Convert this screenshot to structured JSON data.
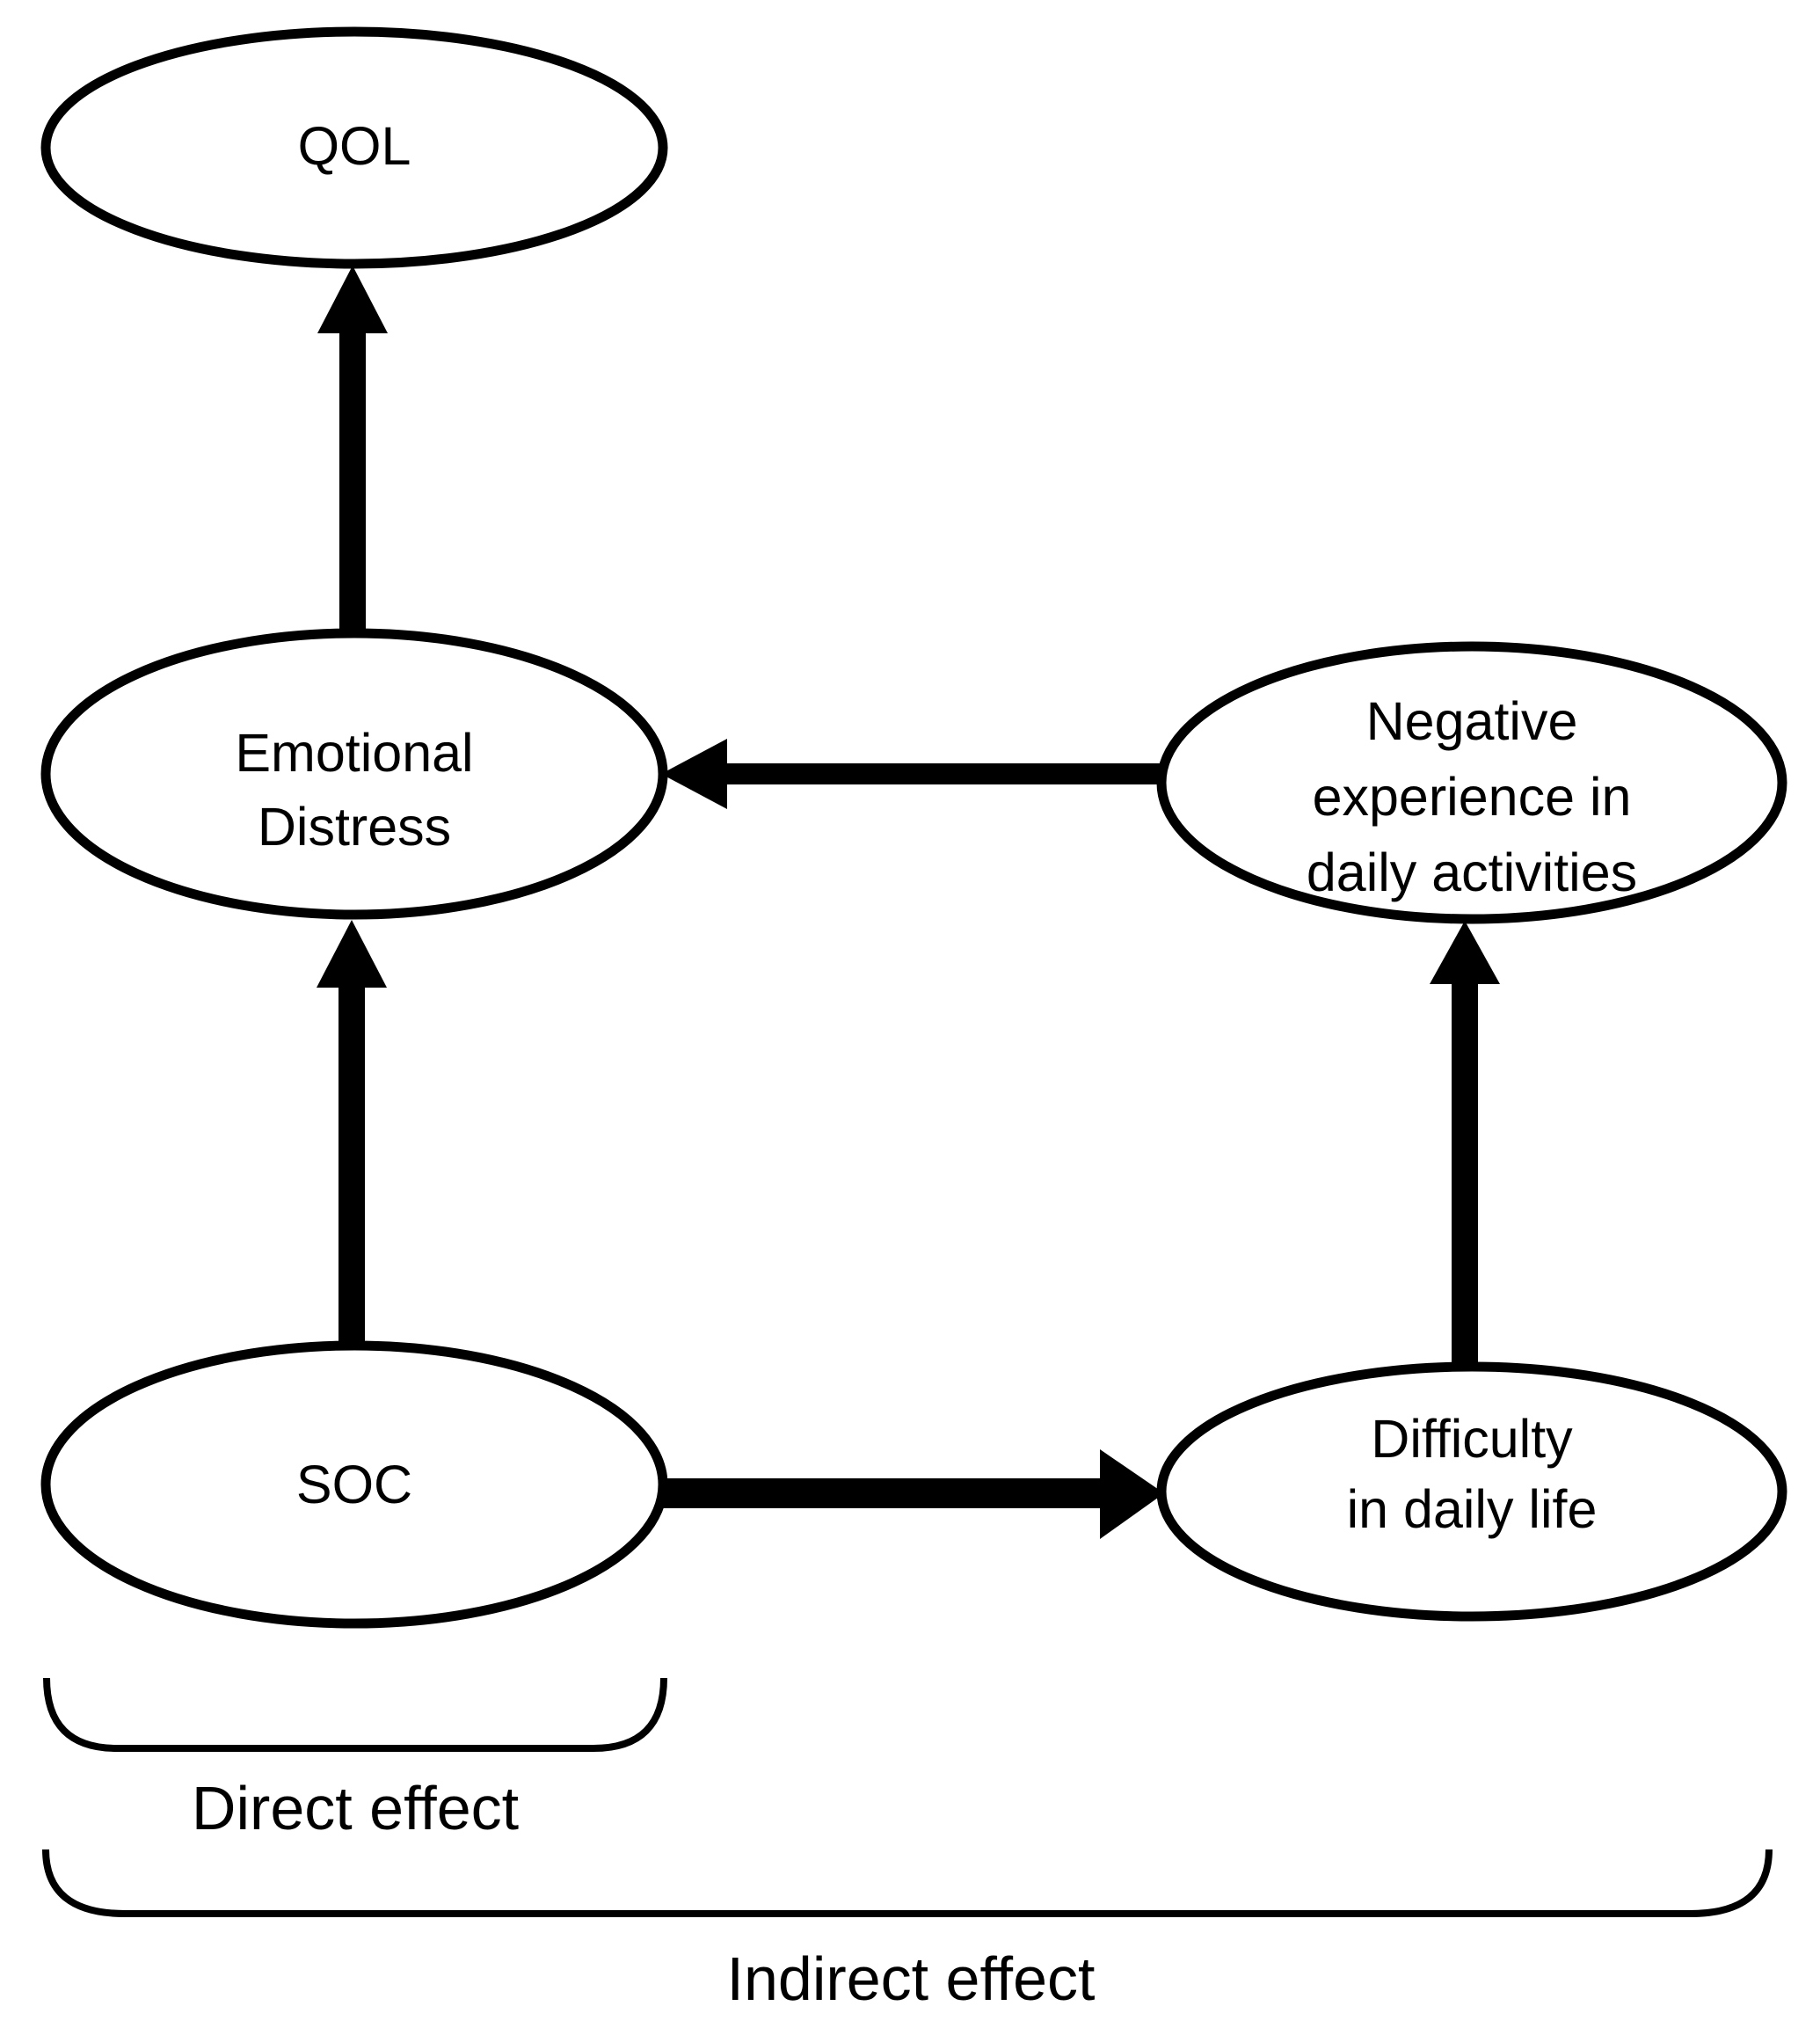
{
  "diagram": {
    "background_color": "#ffffff",
    "ink_color": "#000000",
    "nodes": [
      {
        "id": "qol",
        "shape": "ellipse",
        "lines": [
          "QOL"
        ]
      },
      {
        "id": "emotional-distress",
        "shape": "ellipse",
        "lines": [
          "Emotional",
          "Distress"
        ]
      },
      {
        "id": "negative-experience",
        "shape": "ellipse",
        "lines": [
          "Negative",
          "experience in",
          "daily activities"
        ]
      },
      {
        "id": "soc",
        "shape": "ellipse",
        "lines": [
          "SOC"
        ]
      },
      {
        "id": "difficulty",
        "shape": "ellipse",
        "lines": [
          "Difficulty",
          "in daily life"
        ]
      }
    ],
    "edges": [
      {
        "from": "emotional-distress",
        "to": "qol",
        "style": "thick-black-arrow"
      },
      {
        "from": "negative-experience",
        "to": "emotional-distress",
        "style": "thick-black-arrow"
      },
      {
        "from": "soc",
        "to": "emotional-distress",
        "style": "thick-black-arrow"
      },
      {
        "from": "soc",
        "to": "difficulty",
        "style": "thick-black-arrow"
      },
      {
        "from": "difficulty",
        "to": "negative-experience",
        "style": "thick-black-arrow"
      }
    ],
    "annotations": [
      {
        "id": "direct-effect",
        "label": "Direct effect",
        "brace_spans": "SOC"
      },
      {
        "id": "indirect-effect",
        "label": "Indirect effect",
        "brace_spans": "SOC to Difficulty in daily life"
      }
    ]
  }
}
